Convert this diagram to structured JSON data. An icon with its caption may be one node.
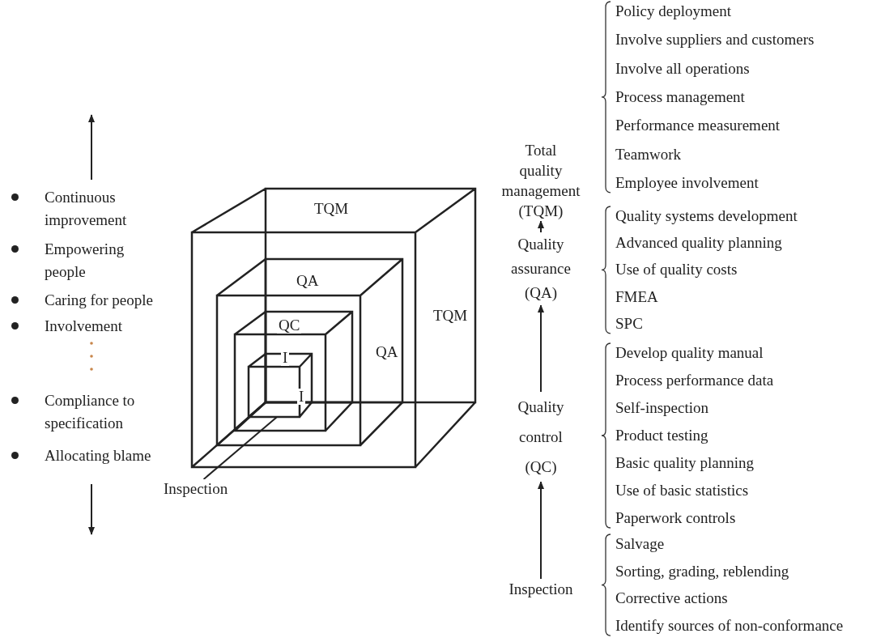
{
  "diagram": {
    "nodes": [
      {
        "text": [
          "TQM",
          "TQM"
        ]
      },
      {
        "text": [
          "QA",
          "QA"
        ],
        "in": 0
      },
      {
        "text": [
          "QC"
        ],
        "in": 1
      },
      {
        "text": [
          "I",
          "I"
        ],
        "in": 2
      },
      {
        "text": [
          "Inspection"
        ]
      },
      {
        "text": [
          "Total quality management (TQM)"
        ],
        "beside": [
          "Policy deployment",
          "Involve suppliers and customers",
          "Involve all operations",
          "Process management",
          "Performance measurement",
          "Teamwork",
          "Employee involvement"
        ]
      },
      {
        "text": [
          "Quality assurance (QA)"
        ],
        "beside": [
          "Quality systems development",
          "Advanced quality planning",
          "Use of quality costs",
          "FMEA",
          "SPC"
        ]
      },
      {
        "text": [
          "Quality control (QC)"
        ],
        "beside": [
          "Develop quality manual",
          "Process performance data",
          "Self-inspection",
          "Product testing",
          "Basic quality planning",
          "Use of basic statistics",
          "Paperwork controls"
        ]
      },
      {
        "text": [
          "Inspection"
        ],
        "beside": [
          "Salvage",
          "Sorting, grading, reblending",
          "Corrective actions",
          "Identify sources of non-conformance"
        ]
      }
    ],
    "edges": [
      {
        "from": 4,
        "to": 3,
        "arrow": "none"
      },
      {
        "from": 8,
        "to": 7,
        "arrow": "to"
      },
      {
        "from": 7,
        "to": 6,
        "arrow": "to"
      },
      {
        "from": 6,
        "to": 5,
        "arrow": "to"
      }
    ],
    "labels": [
      "Continuous improvement",
      "Empowering people",
      "Caring for people",
      "Involvement",
      "Compliance to specification",
      "Allocating blame"
    ]
  }
}
